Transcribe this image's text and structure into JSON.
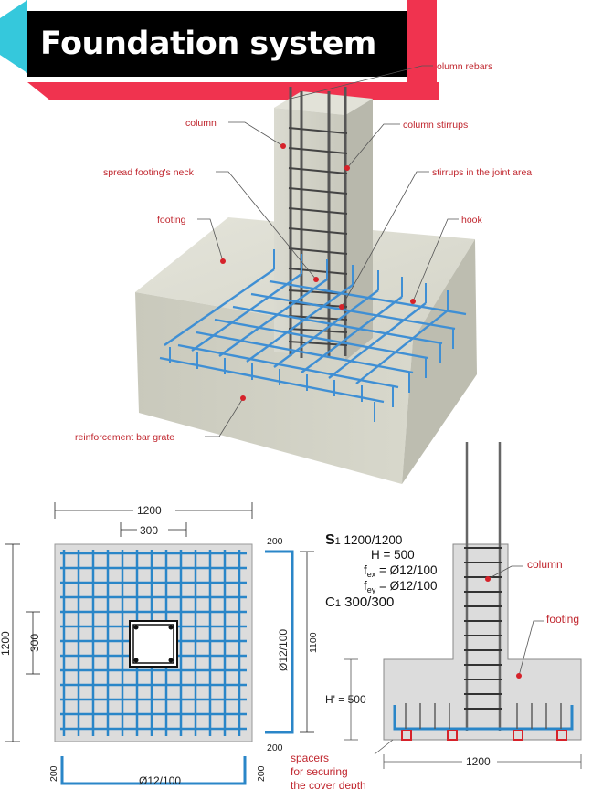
{
  "title": "Foundation system",
  "iso_labels": {
    "column_rebars": "olumn rebars",
    "column": "column",
    "column_stirrups": "column stirrups",
    "neck": "spread footing's neck",
    "stirrups_joint": "stirrups in the joint area",
    "footing": "footing",
    "hook": "hook",
    "grate": "reinforcement bar grate"
  },
  "plan": {
    "dim_width": "1200",
    "dim_column": "300",
    "dim_height": "1200",
    "dim_column_v": "300",
    "bar_label_bottom": "Ø12/100",
    "bar_label_side": "Ø12/100",
    "hook_top": "200",
    "hook_bottom": "200",
    "hook_len": "1100",
    "bottom_left": "200",
    "bottom_right": "200"
  },
  "section": {
    "spec_s": "S",
    "spec_s_sub": "1",
    "spec_s_val": " 1200/1200",
    "spec_h": "H = 500",
    "spec_fex": "f",
    "spec_fex_sub": "ex",
    "spec_fex_val": " = Ø12/100",
    "spec_fey": "f",
    "spec_fey_sub": "ey",
    "spec_fey_val": " = Ø12/100",
    "spec_c": "C",
    "spec_c_sub": "1",
    "spec_c_val": " 300/300",
    "label_column": "column",
    "label_footing": "footing",
    "dim_h": "H' = 500",
    "dim_width": "1200",
    "spacers_1": "spacers",
    "spacers_2": "for securing",
    "spacers_3": "the cover depth"
  }
}
